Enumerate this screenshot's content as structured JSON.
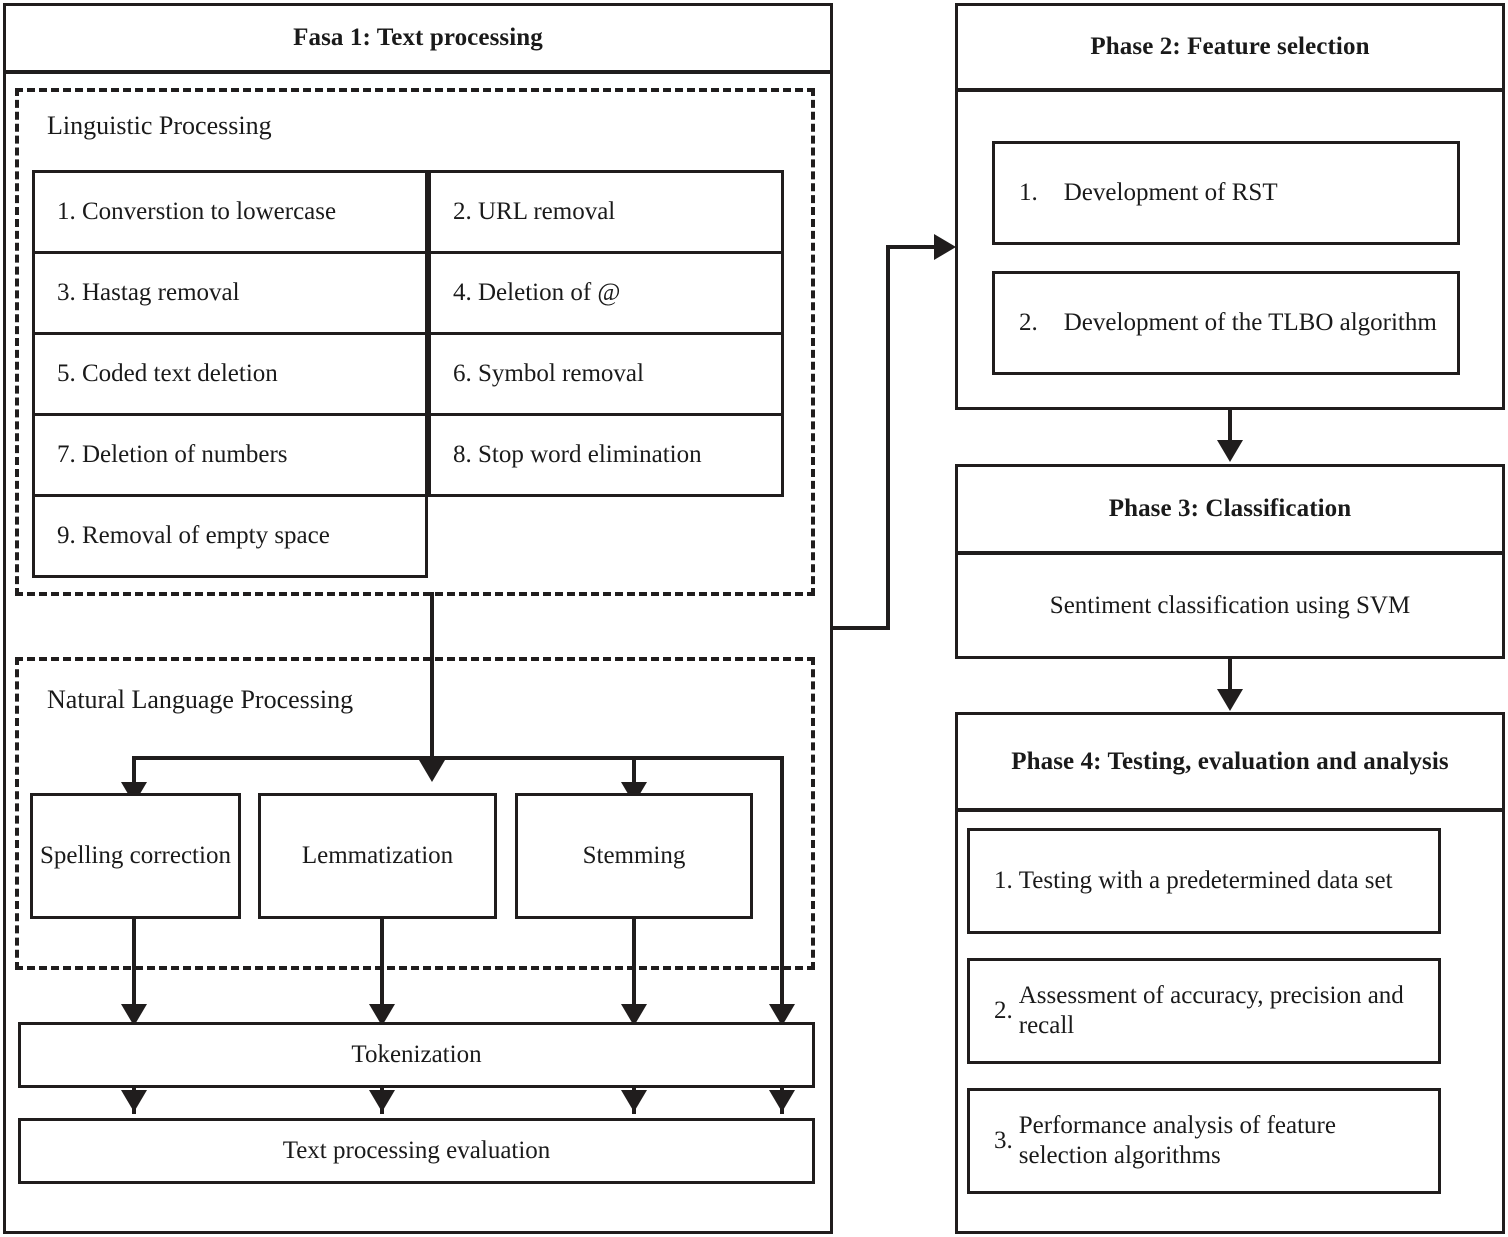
{
  "phase1": {
    "title": "Fasa 1: Text processing",
    "linguistic": {
      "label": "Linguistic Processing",
      "items": [
        "1. Converstion to lowercase",
        "2. URL removal",
        "3. Hastag removal",
        "4. Deletion of @",
        "5. Coded text deletion",
        "6. Symbol removal",
        "7. Deletion of numbers",
        "8. Stop word elimination",
        "9. Removal of empty space"
      ]
    },
    "nlp": {
      "label": "Natural Language Processing",
      "boxes": [
        "Spelling correction",
        "Lemmatization",
        "Stemming"
      ]
    },
    "tokenization": "Tokenization",
    "evaluation": "Text processing evaluation"
  },
  "phase2": {
    "title": "Phase 2: Feature selection",
    "items": [
      {
        "num": "1.",
        "text": "Development of RST"
      },
      {
        "num": "2.",
        "text": "Development of the TLBO algorithm"
      }
    ]
  },
  "phase3": {
    "title": "Phase 3: Classification",
    "body": "Sentiment classification using SVM"
  },
  "phase4": {
    "title": "Phase 4: Testing, evaluation and analysis",
    "items": [
      {
        "num": "1.",
        "text": "Testing with a predetermined data set"
      },
      {
        "num": "2.",
        "text": "Assessment of accuracy, precision and recall"
      },
      {
        "num": "3.",
        "text": "Performance analysis of feature selection algorithms"
      }
    ]
  },
  "colors": {
    "ink": "#201d1d",
    "paper": "#ffffff"
  }
}
